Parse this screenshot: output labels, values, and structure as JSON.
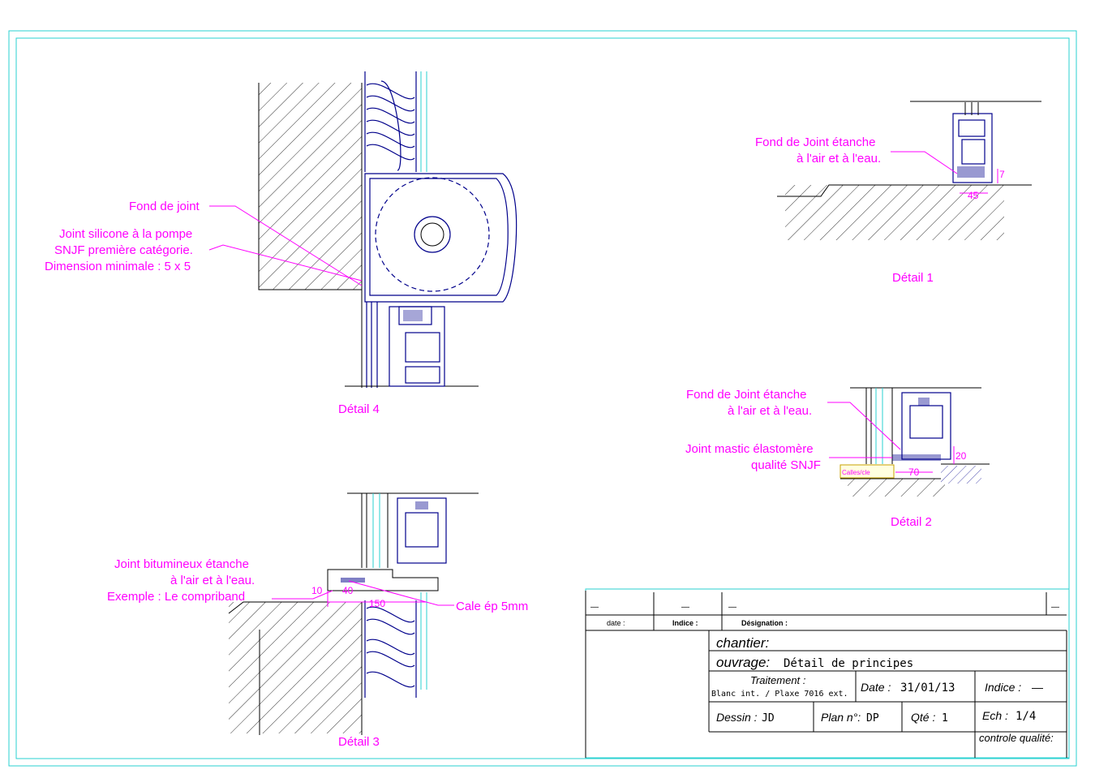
{
  "details": {
    "d4": {
      "caption": "Détail 4",
      "fond_de_joint": "Fond de joint",
      "joint_line1": "Joint silicone à la pompe",
      "joint_line2": "SNJF première catégorie.",
      "joint_line3": "Dimension minimale : 5 x 5"
    },
    "d1": {
      "caption": "Détail 1",
      "line1": "Fond de Joint étanche",
      "line2": "à l'air et à l'eau.",
      "dim_45": "45",
      "dim_7": "7"
    },
    "d2": {
      "caption": "Détail 2",
      "fond_line1": "Fond de Joint étanche",
      "fond_line2": "à l'air et à l'eau.",
      "mastic_line1": "Joint mastic élastomère",
      "mastic_line2": "qualité SNJF",
      "cale_label": "Calles/cle",
      "dim_70": "70",
      "dim_20": "20"
    },
    "d3": {
      "caption": "Détail 3",
      "line1": "Joint bitumineux étanche",
      "line2": "à l'air et à l'eau.",
      "line3": "Exemple :  Le compriband",
      "cale": "Cale ép 5mm",
      "dim_10": "10",
      "dim_40": "40",
      "dim_150": "150"
    }
  },
  "title_block": {
    "rev_dash1": "—",
    "rev_dash2": "—",
    "rev_dash3": "—",
    "rev_dash4": "—",
    "col_date": "date :",
    "col_indice": "Indice :",
    "col_designation": "Désignation :",
    "chantier_label": "chantier:",
    "ouvrage_label": "ouvrage:",
    "ouvrage_value": "Détail de principes",
    "traitement_label": "Traitement :",
    "traitement_value": "Blanc int. / Plaxe 7016 ext.",
    "date_label": "Date :",
    "date_value": "31/01/13",
    "indice_label": "Indice :",
    "indice_value": "—",
    "dessin_label": "Dessin :",
    "dessin_value": "JD",
    "plan_label": "Plan n°:",
    "plan_value": "DP",
    "qte_label": "Qté :",
    "qte_value": "1",
    "ech_label": "Ech :",
    "ech_value": "1/4",
    "controle_label": "controle qualité:"
  },
  "colors": {
    "annotation": "#ff00ff",
    "border": "#2ad1d1",
    "profile": "#00008b"
  }
}
